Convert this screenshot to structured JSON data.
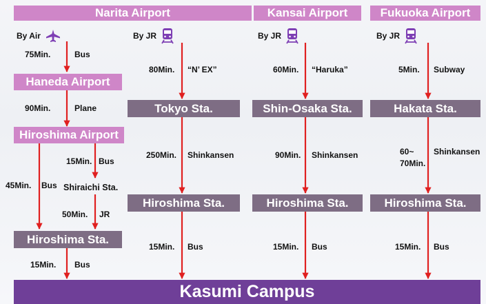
{
  "colors": {
    "pink_box": "#cf86c8",
    "station_box": "#7e6d84",
    "campus_box": "#6f3f98",
    "arrow": "#e02020",
    "icon": "#7e3fb4"
  },
  "icons": {
    "air": "airplane-icon",
    "jr": "train-icon"
  },
  "nodes": {
    "narita": "Narita Airport",
    "kansai": "Kansai Airport",
    "fukuoka": "Fukuoka Airport",
    "haneda": "Haneda Airport",
    "tokyo": "Tokyo Sta.",
    "shin_osaka": "Shin-Osaka Sta.",
    "hakata": "Hakata Sta.",
    "hiroshima_airport": "Hiroshima Airport",
    "shiraichi": "Shiraichi Sta.",
    "hiroshima_sta_1": "Hiroshima Sta.",
    "hiroshima_sta_2": "Hiroshima Sta.",
    "hiroshima_sta_3": "Hiroshima Sta.",
    "hiroshima_sta_4": "Hiroshima Sta.",
    "campus": "Kasumi Campus"
  },
  "modes": {
    "by_air": "By Air",
    "by_jr_narita": "By JR",
    "by_jr_kansai": "By JR",
    "by_jr_fukuoka": "By JR"
  },
  "edges": {
    "narita_haneda": {
      "time": "75Min.",
      "mode": "Bus"
    },
    "haneda_hiroshima_airport": {
      "time": "90Min.",
      "mode": "Plane"
    },
    "airport_shiraichi": {
      "time": "15Min.",
      "mode": "Bus"
    },
    "airport_hiroshima_sta": {
      "time": "45Min.",
      "mode": "Bus"
    },
    "shiraichi_hiroshima_sta": {
      "time": "50Min.",
      "mode": "JR"
    },
    "col1_campus": {
      "time": "15Min.",
      "mode": "Bus"
    },
    "narita_tokyo": {
      "time": "80Min.",
      "mode": "“N’ EX”"
    },
    "tokyo_hiroshima": {
      "time": "250Min.",
      "mode": "Shinkansen"
    },
    "col2_campus": {
      "time": "15Min.",
      "mode": "Bus"
    },
    "kansai_shin_osaka": {
      "time": "60Min.",
      "mode": "“Haruka”"
    },
    "shin_osaka_hiroshima": {
      "time": "90Min.",
      "mode": "Shinkansen"
    },
    "col3_campus": {
      "time": "15Min.",
      "mode": "Bus"
    },
    "fukuoka_hakata": {
      "time": "5Min.",
      "mode": "Subway"
    },
    "hakata_hiroshima": {
      "time_line1": "60~",
      "time_line2": "70Min.",
      "mode": "Shinkansen"
    },
    "col4_campus": {
      "time": "15Min.",
      "mode": "Bus"
    }
  }
}
